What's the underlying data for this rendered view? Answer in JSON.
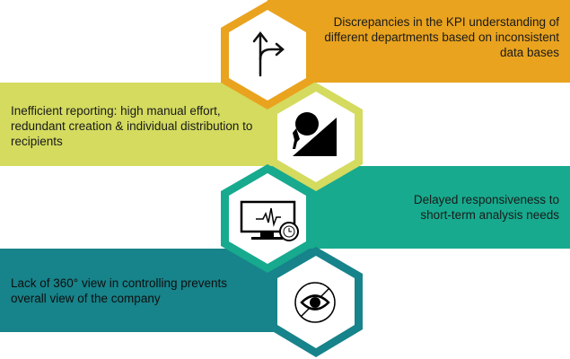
{
  "colors": {
    "orange": "#E9A31E",
    "lime": "#D4DB5F",
    "teal": "#17AA8E",
    "darkteal": "#17838A"
  },
  "items": [
    {
      "text": "Discrepancies in the KPI understanding of different departments based on inconsistent data bases",
      "icon": "fork-arrow-icon"
    },
    {
      "text": "Inefficient reporting: high manual effort, redundant creation & individual distribution to recipients",
      "icon": "sisyphus-icon"
    },
    {
      "text": "Delayed responsiveness to short-term analysis needs",
      "icon": "monitor-clock-icon"
    },
    {
      "text": "Lack of 360° view in controlling prevents overall view of the company",
      "icon": "eye-crossed-icon"
    }
  ]
}
